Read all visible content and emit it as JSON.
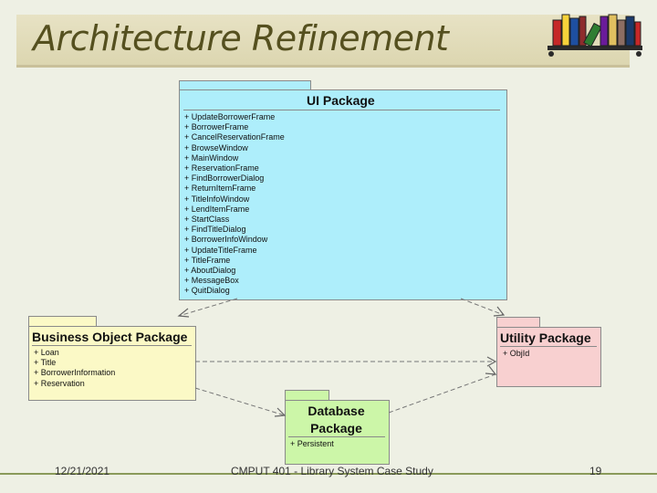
{
  "slide": {
    "title": "Architecture Refinement"
  },
  "packages": {
    "ui": {
      "name": "UI Package",
      "items": [
        "+ UpdateBorrowerFrame",
        "+ BorrowerFrame",
        "+ CancelReservationFrame",
        "+ BrowseWindow",
        "+ MainWindow",
        "+ ReservationFrame",
        "+ FindBorrowerDialog",
        "+ ReturnItemFrame",
        "+ TitleInfoWindow",
        "+ LendItemFrame",
        "+ StartClass",
        "+ FindTitleDialog",
        "+ BorrowerInfoWindow",
        "+ UpdateTitleFrame",
        "+ TitleFrame",
        "+ AboutDialog",
        "+ MessageBox",
        "+ QuitDialog"
      ],
      "color": "#aeeefb"
    },
    "business": {
      "name": "Business Object Package",
      "items": [
        "+ Loan",
        "+ Title",
        "+ BorrowerInformation",
        "+ Reservation"
      ],
      "color": "#fbf9c6"
    },
    "utility": {
      "name": "Utility Package",
      "items": [
        "+ ObjId"
      ],
      "color": "#f8d0d0"
    },
    "database": {
      "name": "Database Package",
      "items": [
        "+ Persistent"
      ],
      "color": "#ccf6a8"
    }
  },
  "footer": {
    "date": "12/21/2021",
    "center": "CMPUT 401 - Library System Case Study",
    "page": "19"
  },
  "decor": {
    "logo_icon": "bookshelf-icon"
  }
}
